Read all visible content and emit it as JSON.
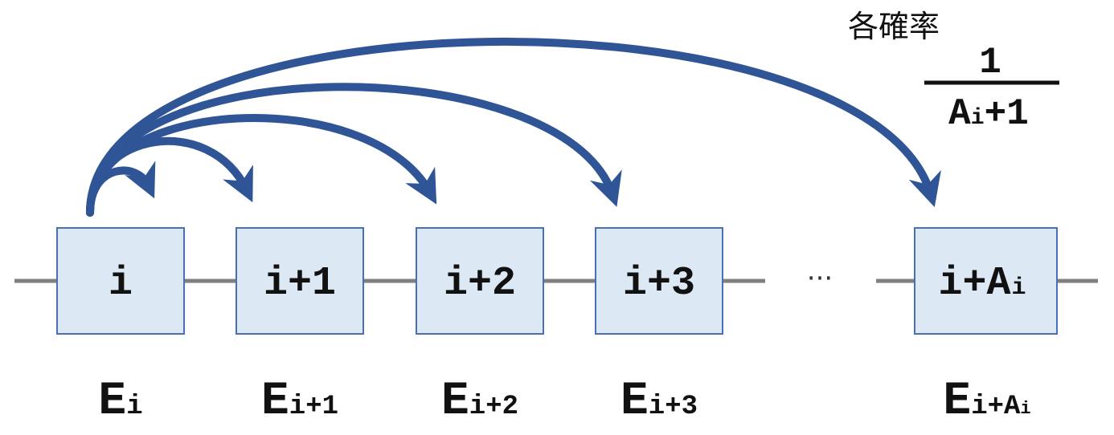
{
  "cells": [
    {
      "main": "i",
      "sub": ""
    },
    {
      "main": "i+1",
      "sub": ""
    },
    {
      "main": "i+2",
      "sub": ""
    },
    {
      "main": "i+3",
      "sub": ""
    },
    {
      "main": "i+A",
      "sub": "i"
    }
  ],
  "ellipsis": "···",
  "expectations": [
    {
      "main": "E",
      "sub": "i"
    },
    {
      "main": "E",
      "sub": "i+1"
    },
    {
      "main": "E",
      "sub": "i+2"
    },
    {
      "main": "E",
      "sub": "i+3"
    },
    {
      "main": "E",
      "sub": "i+A",
      "subsub": "i"
    }
  ],
  "probability": {
    "label": "各確率",
    "numerator": "1",
    "denominator_main": "A",
    "denominator_sub": "i",
    "denominator_tail": "+1"
  },
  "colors": {
    "arrow": "#2f5597",
    "box_fill": "#dce9f5",
    "box_stroke": "#4a6fb5",
    "line": "#808080",
    "text": "#111111"
  }
}
